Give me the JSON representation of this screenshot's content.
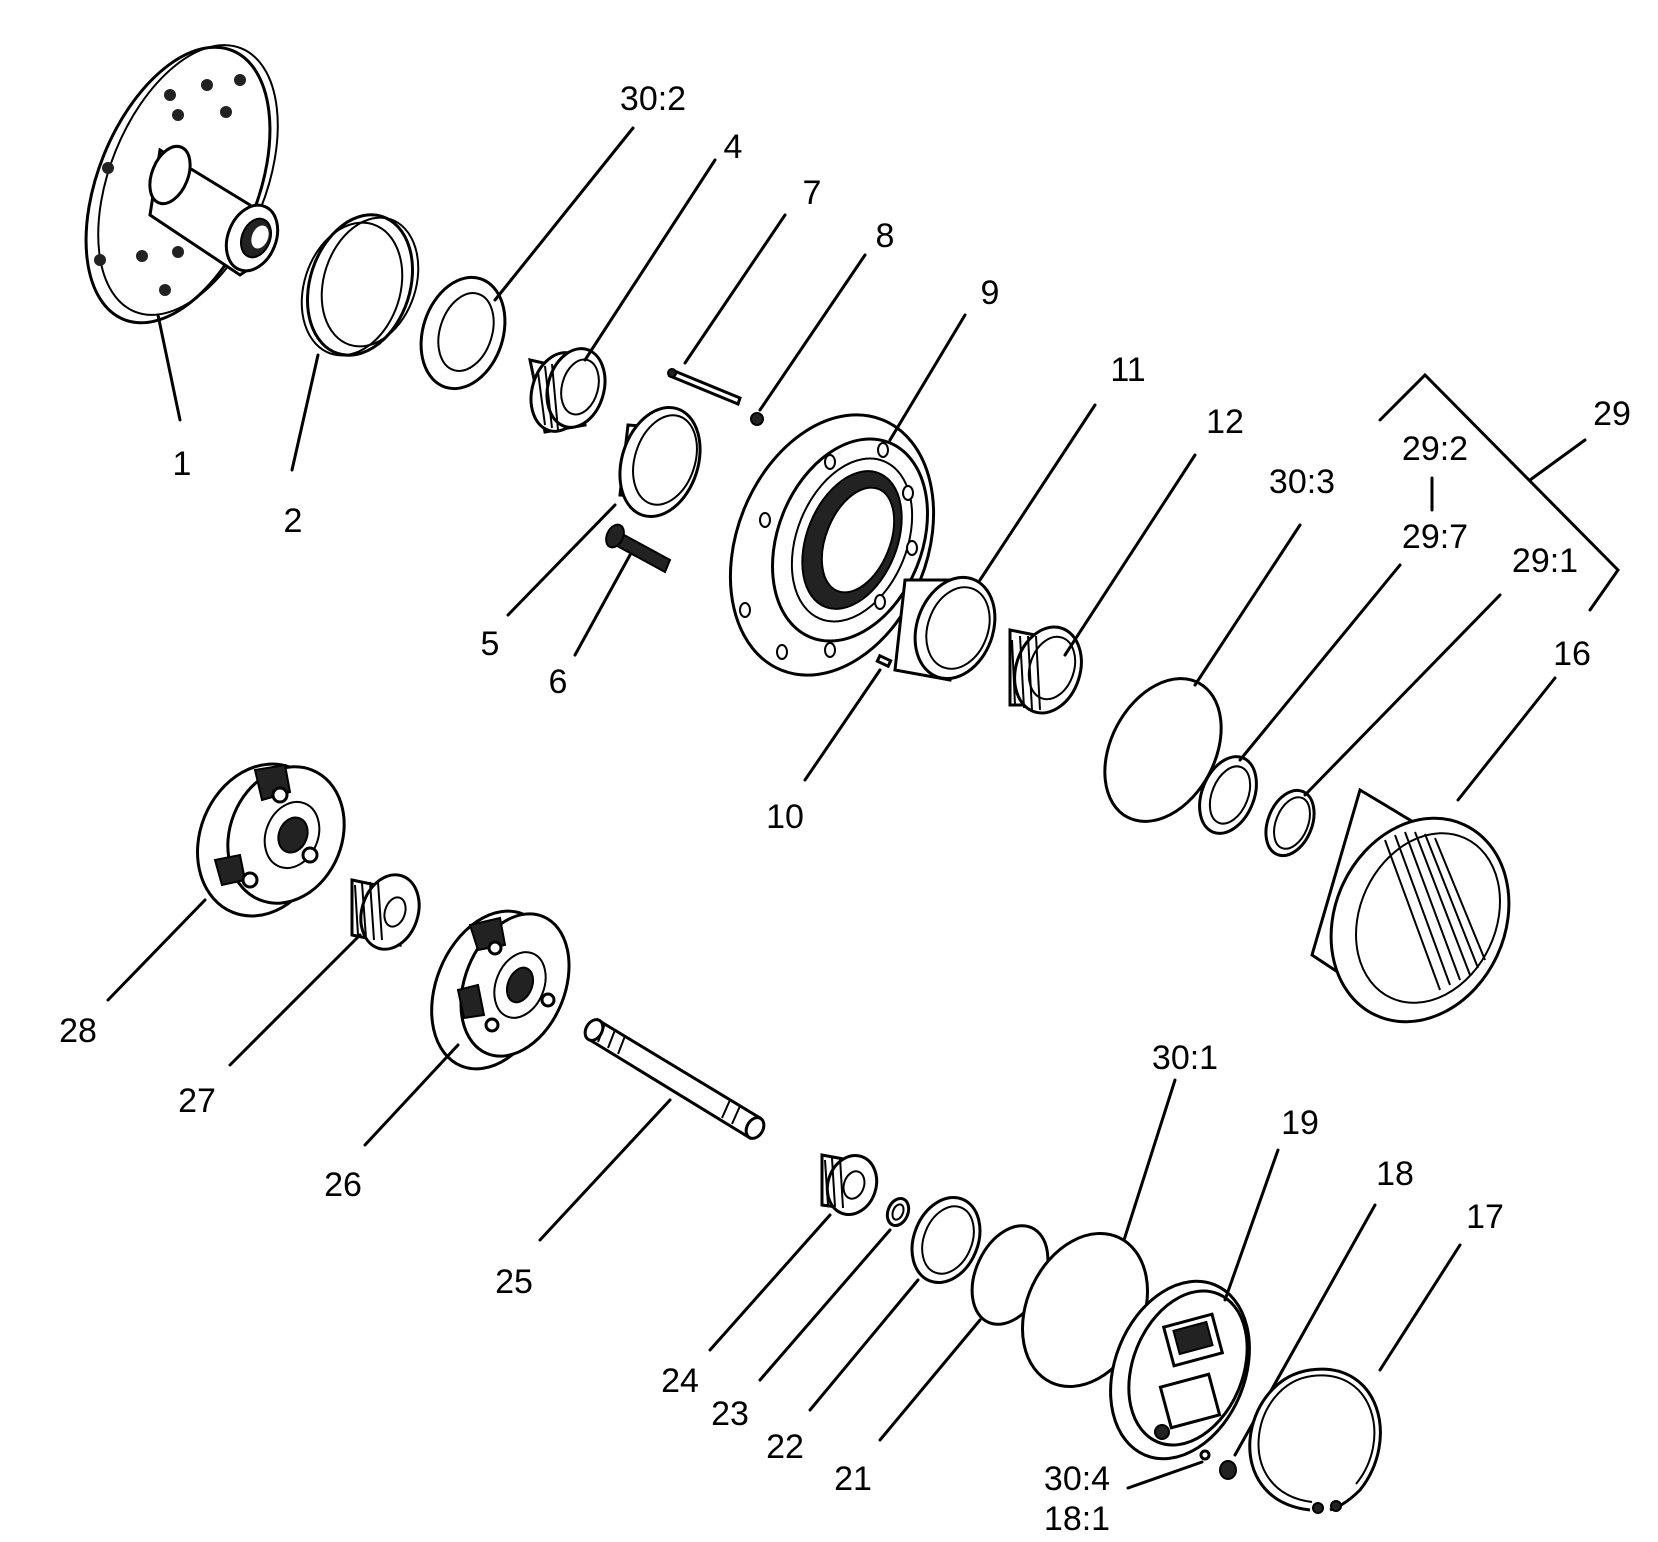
{
  "labels": {
    "p1": "1",
    "p2": "2",
    "p30_2": "30:2",
    "p4": "4",
    "p5": "5",
    "p6": "6",
    "p7": "7",
    "p8": "8",
    "p9": "9",
    "p10": "10",
    "p11": "11",
    "p12": "12",
    "p30_3": "30:3",
    "p29": "29",
    "p29_2": "29:2",
    "p29_7": "29:7",
    "p29_1": "29:1",
    "p16": "16",
    "p28": "28",
    "p27": "27",
    "p26": "26",
    "p25": "25",
    "p24": "24",
    "p23": "23",
    "p22": "22",
    "p21": "21",
    "p30_1": "30:1",
    "p19": "19",
    "p18": "18",
    "p17": "17",
    "p30_4": "30:4",
    "p18_1": "18:1"
  }
}
